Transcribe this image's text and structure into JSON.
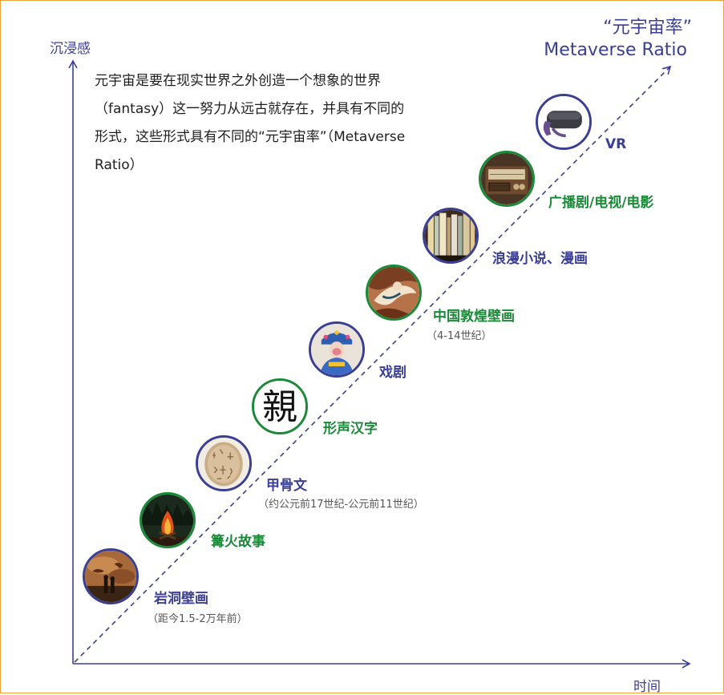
{
  "axes": {
    "y_label": "沉浸感",
    "x_label": "时间"
  },
  "title": {
    "line1": "“元宇宙率”",
    "line2": "Metaverse Ratio"
  },
  "description": "元宇宙是要在现实世界之外创造一个想象的世界（fantasy）这一努力从远古就存在，并具有不同的形式，这些形式具有不同的“元宇宙率”（Metaverse Ratio）",
  "colors": {
    "purple": "#3b3f93",
    "green": "#1a8a38",
    "frame": "#f0a23a"
  },
  "stages": [
    {
      "label": "岩洞壁画",
      "sub": "（距今1.5-2万年前）",
      "color": "purple",
      "icon": "cave-painting-image"
    },
    {
      "label": "篝火故事",
      "sub": "",
      "color": "green",
      "icon": "bonfire-image"
    },
    {
      "label": "甲骨文",
      "sub": "（约公元前17世纪-公元前11世纪）",
      "color": "purple",
      "icon": "oracle-bone-image"
    },
    {
      "label": "形声汉字",
      "sub": "",
      "color": "green",
      "icon": "chinese-character-image",
      "glyph": "親"
    },
    {
      "label": "戏剧",
      "sub": "",
      "color": "purple",
      "icon": "peking-opera-image"
    },
    {
      "label": "中国敦煌壁画",
      "sub": "（4-14世纪）",
      "color": "green",
      "icon": "dunhuang-mural-image"
    },
    {
      "label": "浪漫小说、漫画",
      "sub": "",
      "color": "purple",
      "icon": "bookshelf-image"
    },
    {
      "label": "广播剧/电视/电影",
      "sub": "",
      "color": "green",
      "icon": "radio-image"
    },
    {
      "label": "VR",
      "sub": "",
      "color": "purple",
      "icon": "vr-headset-image"
    }
  ]
}
